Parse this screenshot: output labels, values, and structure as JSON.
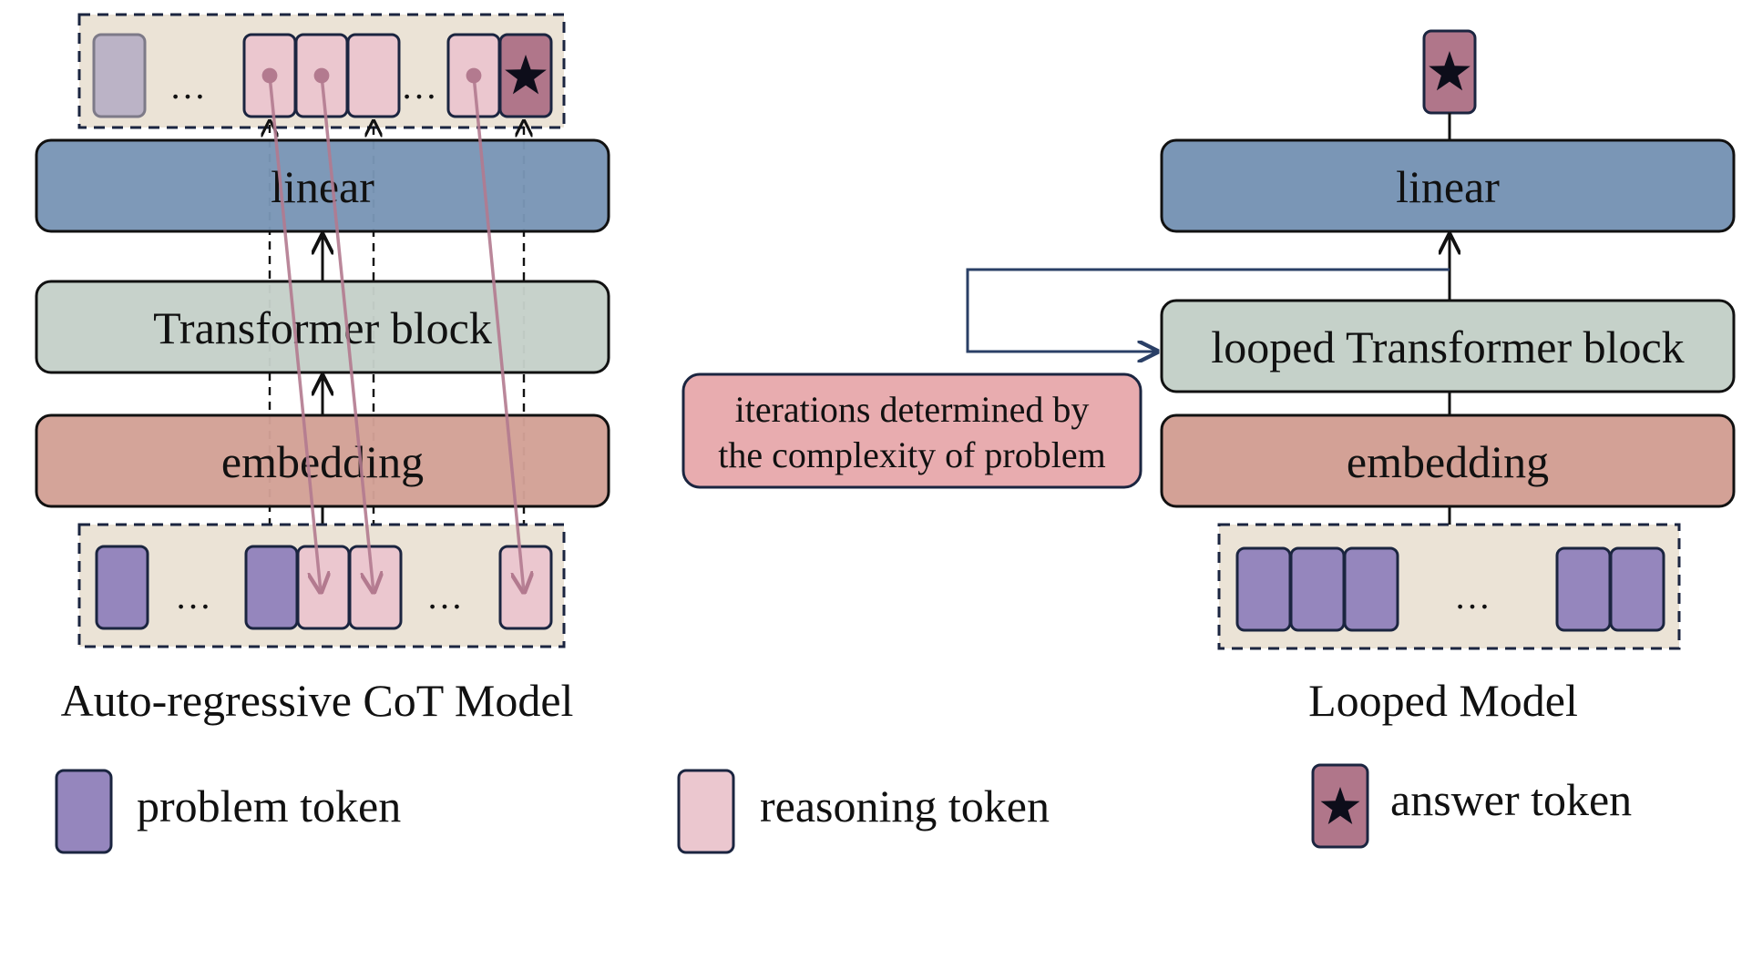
{
  "colors": {
    "linear": "#7a96b6",
    "transformer": "#c5d1c9",
    "embedding": "#d3a196",
    "token_panel": "#ebe3d6",
    "problem_token": "#9586bd",
    "reasoning_token": "#ebc7cf",
    "answer_token": "#b0768a",
    "faded_token": "#bbb3c6",
    "note_box": "#e8acaf",
    "outline": "#1b2540",
    "flow_arrow": "#b37a8f",
    "loop_arrow": "#2a3f66"
  },
  "left": {
    "linear_label": "linear",
    "transformer_label": "Transformer block",
    "embedding_label": "embedding",
    "caption": "Auto-regressive CoT Model",
    "dots": "…"
  },
  "right": {
    "linear_label": "linear",
    "transformer_label": "looped Transformer block",
    "embedding_label": "embedding",
    "caption": "Looped Model",
    "dots": "…",
    "note_line1": "iterations determined by",
    "note_line2": "the complexity of problem"
  },
  "legend": [
    {
      "label": "problem token",
      "icon": "problem-token-icon"
    },
    {
      "label": "reasoning token",
      "icon": "reasoning-token-icon"
    },
    {
      "label": "answer token",
      "icon": "answer-token-icon"
    }
  ]
}
